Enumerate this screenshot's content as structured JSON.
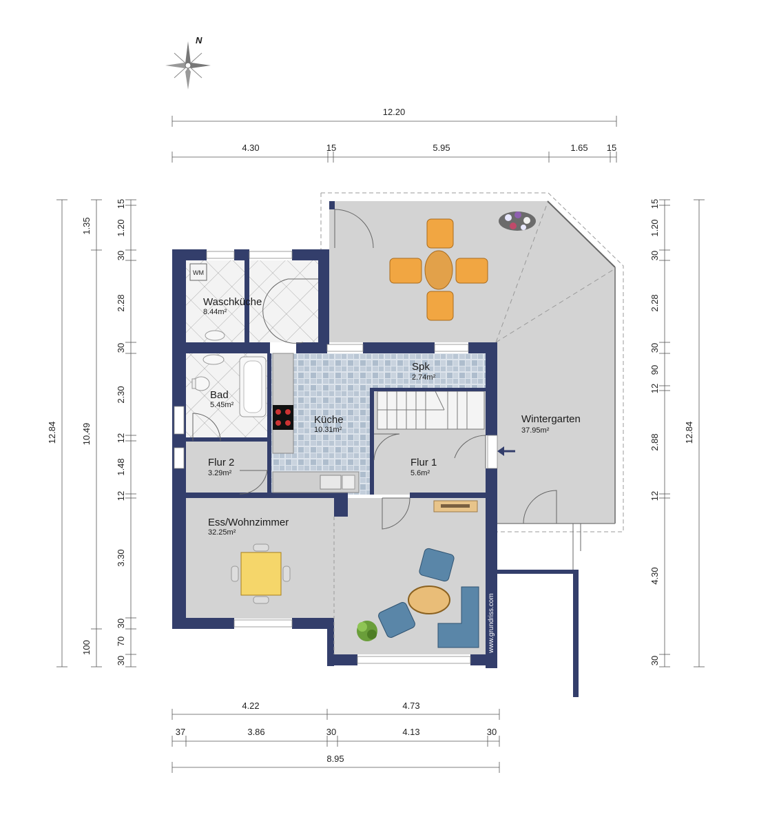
{
  "compass": {
    "label": "N"
  },
  "watermark": "www.grundriss.com",
  "rooms": {
    "waschkueche": {
      "name": "Waschküche",
      "area": "8.44m²",
      "appliance": "WM"
    },
    "bad": {
      "name": "Bad",
      "area": "5.45m²"
    },
    "kueche": {
      "name": "Küche",
      "area": "10.31m²"
    },
    "spk": {
      "name": "Spk",
      "area": "2.74m²"
    },
    "flur2": {
      "name": "Flur 2",
      "area": "3.29m²"
    },
    "flur1": {
      "name": "Flur 1",
      "area": "5.6m²"
    },
    "wintergarten": {
      "name": "Wintergarten",
      "area": "37.95m²"
    },
    "wohnen": {
      "name": "Ess/Wohnzimmer",
      "area": "32.25m²"
    }
  },
  "dims": {
    "top_total": "12.20",
    "top_segments": [
      "4.30",
      "15",
      "5.95",
      "1.65",
      "15"
    ],
    "bottom_upper": [
      "4.22",
      "4.73"
    ],
    "bottom_segments": [
      "37",
      "3.86",
      "30",
      "4.13",
      "30"
    ],
    "bottom_total": "8.95",
    "left_total": "12.84",
    "left_mid": [
      "1.35",
      "10.49",
      "100"
    ],
    "left_segments": [
      "15",
      "1.20",
      "30",
      "2.28",
      "30",
      "2.30",
      "12",
      "1.48",
      "12",
      "3.30",
      "30",
      "70",
      "30"
    ],
    "right_total": "12.84",
    "right_segments": [
      "15",
      "1.20",
      "30",
      "2.28",
      "30",
      "90",
      "12",
      "2.88",
      "12",
      "4.30",
      "30"
    ]
  },
  "colors": {
    "wall": "#333e6b",
    "floor": "#d3d3d3",
    "tile": "#a9bacc"
  }
}
